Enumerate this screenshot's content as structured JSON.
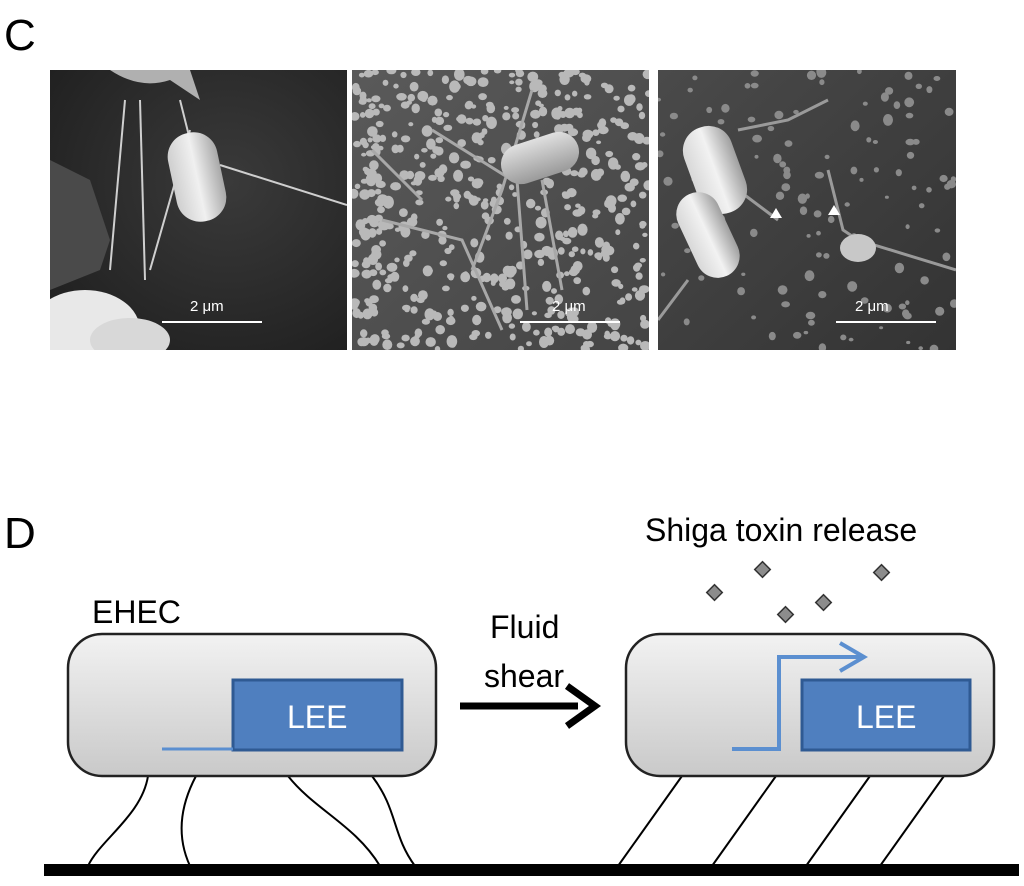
{
  "panel_c": {
    "letter": "C",
    "images": [
      {
        "scale_label": "2 μm"
      },
      {
        "scale_label": "2 μm"
      },
      {
        "scale_label": "2 μm"
      }
    ]
  },
  "panel_d": {
    "letter": "D",
    "ehec_label": "EHEC",
    "arrow_label_line1": "Fluid",
    "arrow_label_line2": "shear",
    "toxin_label": "Shiga toxin release",
    "gene_label_left": "LEE",
    "gene_label_right": "LEE"
  },
  "colors": {
    "gene_box": "#4f7fbf",
    "gene_box_border": "#2f5a93",
    "promoter_arrow": "#5b8fd0",
    "cell_fill_top": "#f2f2f2",
    "cell_fill_bottom": "#c9c9c9",
    "toxin": "#8c8c8c"
  }
}
